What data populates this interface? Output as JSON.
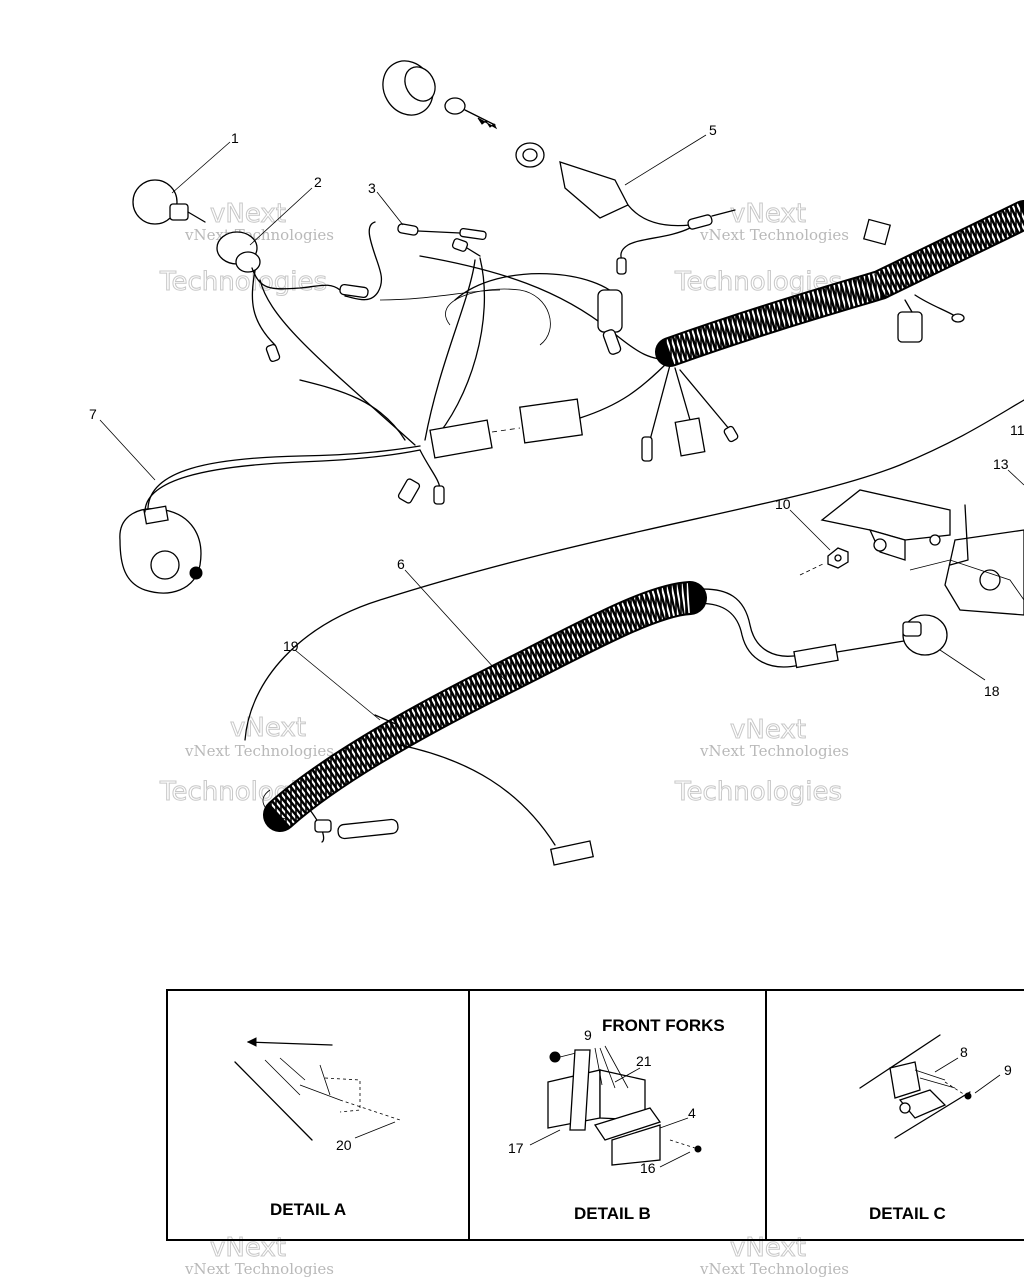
{
  "callouts": {
    "c1": "1",
    "c2": "2",
    "c3": "3",
    "c5": "5",
    "c6": "6",
    "c7": "7",
    "c10": "10",
    "c11": "11",
    "c13": "13",
    "c18": "18",
    "c19": "19",
    "a20": "20",
    "b9": "9",
    "b21": "21",
    "b4": "4",
    "b17": "17",
    "b16": "16",
    "cd8": "8",
    "cd9": "9"
  },
  "details": {
    "a": {
      "title": "DETAIL A"
    },
    "b": {
      "title": "DETAIL B",
      "subtitle": "FRONT FORKS"
    },
    "c": {
      "title": "DETAIL C"
    }
  },
  "watermark": {
    "line1": "vNext Technologies",
    "line2": "Technologies",
    "overlay": "vNext"
  }
}
